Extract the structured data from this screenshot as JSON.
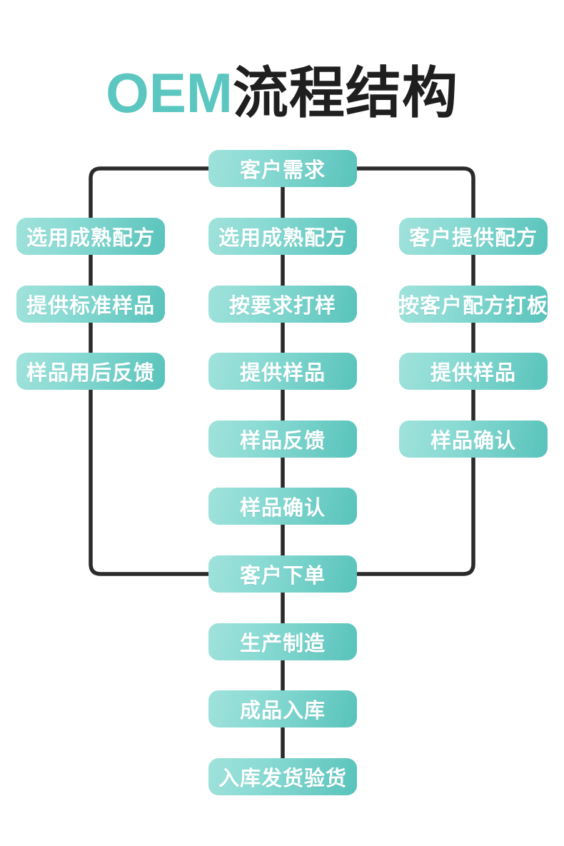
{
  "title": {
    "highlight": "OEM",
    "rest": "流程结构"
  },
  "colors": {
    "accent": "#5bc7c0",
    "title_text": "#1f1f1f",
    "box_gradient_start": "#a0e2db",
    "box_gradient_end": "#58c3bb",
    "box_text": "#ffffff",
    "connector_line": "#2b2b2b",
    "background": "#ffffff"
  },
  "flow": {
    "top": "客户需求",
    "left_column": [
      "选用成熟配方",
      "提供标准样品",
      "样品用后反馈"
    ],
    "middle_column": [
      "选用成熟配方",
      "按要求打样",
      "提供样品",
      "样品反馈",
      "样品确认"
    ],
    "right_column": [
      "客户提供配方",
      "按客户配方打板",
      "提供样品",
      "样品确认"
    ],
    "merge": "客户下单",
    "final_steps": [
      "生产制造",
      "成品入库",
      "入库发货验货"
    ]
  }
}
